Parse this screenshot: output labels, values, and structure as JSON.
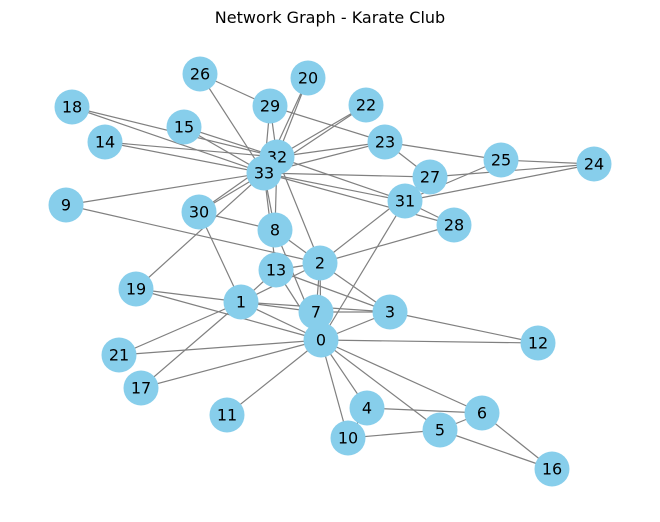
{
  "graph": {
    "title": "Network Graph - Karate Club",
    "node_color": "#87ceeb",
    "edge_color": "#808080",
    "nodes": [
      "0",
      "1",
      "2",
      "3",
      "4",
      "5",
      "6",
      "7",
      "8",
      "9",
      "10",
      "11",
      "12",
      "13",
      "14",
      "15",
      "16",
      "17",
      "18",
      "19",
      "20",
      "21",
      "22",
      "23",
      "24",
      "25",
      "26",
      "27",
      "28",
      "29",
      "30",
      "31",
      "32",
      "33"
    ],
    "edges": [
      [
        "0",
        "1"
      ],
      [
        "0",
        "2"
      ],
      [
        "0",
        "3"
      ],
      [
        "0",
        "4"
      ],
      [
        "0",
        "5"
      ],
      [
        "0",
        "6"
      ],
      [
        "0",
        "7"
      ],
      [
        "0",
        "8"
      ],
      [
        "0",
        "10"
      ],
      [
        "0",
        "11"
      ],
      [
        "0",
        "12"
      ],
      [
        "0",
        "13"
      ],
      [
        "0",
        "17"
      ],
      [
        "0",
        "19"
      ],
      [
        "0",
        "21"
      ],
      [
        "0",
        "31"
      ],
      [
        "1",
        "2"
      ],
      [
        "1",
        "3"
      ],
      [
        "1",
        "7"
      ],
      [
        "1",
        "13"
      ],
      [
        "1",
        "17"
      ],
      [
        "1",
        "19"
      ],
      [
        "1",
        "21"
      ],
      [
        "1",
        "30"
      ],
      [
        "2",
        "3"
      ],
      [
        "2",
        "7"
      ],
      [
        "2",
        "8"
      ],
      [
        "2",
        "9"
      ],
      [
        "2",
        "13"
      ],
      [
        "2",
        "27"
      ],
      [
        "2",
        "28"
      ],
      [
        "2",
        "32"
      ],
      [
        "3",
        "7"
      ],
      [
        "3",
        "12"
      ],
      [
        "3",
        "13"
      ],
      [
        "4",
        "6"
      ],
      [
        "4",
        "10"
      ],
      [
        "5",
        "6"
      ],
      [
        "5",
        "10"
      ],
      [
        "5",
        "16"
      ],
      [
        "6",
        "16"
      ],
      [
        "8",
        "30"
      ],
      [
        "8",
        "32"
      ],
      [
        "8",
        "33"
      ],
      [
        "9",
        "33"
      ],
      [
        "13",
        "33"
      ],
      [
        "14",
        "32"
      ],
      [
        "14",
        "33"
      ],
      [
        "15",
        "32"
      ],
      [
        "15",
        "33"
      ],
      [
        "18",
        "32"
      ],
      [
        "18",
        "33"
      ],
      [
        "19",
        "33"
      ],
      [
        "20",
        "32"
      ],
      [
        "20",
        "33"
      ],
      [
        "22",
        "32"
      ],
      [
        "22",
        "33"
      ],
      [
        "23",
        "25"
      ],
      [
        "23",
        "27"
      ],
      [
        "23",
        "29"
      ],
      [
        "23",
        "32"
      ],
      [
        "23",
        "33"
      ],
      [
        "24",
        "25"
      ],
      [
        "24",
        "27"
      ],
      [
        "24",
        "31"
      ],
      [
        "25",
        "31"
      ],
      [
        "26",
        "29"
      ],
      [
        "26",
        "33"
      ],
      [
        "27",
        "33"
      ],
      [
        "28",
        "31"
      ],
      [
        "28",
        "33"
      ],
      [
        "29",
        "32"
      ],
      [
        "29",
        "33"
      ],
      [
        "30",
        "32"
      ],
      [
        "30",
        "33"
      ],
      [
        "31",
        "32"
      ],
      [
        "31",
        "33"
      ],
      [
        "32",
        "33"
      ]
    ]
  }
}
